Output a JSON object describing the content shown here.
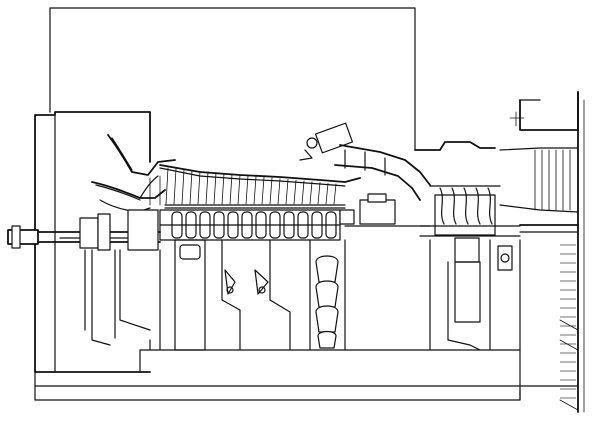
{
  "figure": {
    "subject": "gas-turbine-cross-section",
    "line_color": "#111111",
    "background": "#ffffff",
    "parts": [
      "outer-frame-line",
      "support-frame",
      "inlet-duct",
      "compressor-rotor",
      "compressor-stator-blades",
      "combustor",
      "turbine-stages",
      "exhaust-section",
      "output-shaft",
      "foundation-base",
      "exhaust-cones"
    ]
  }
}
